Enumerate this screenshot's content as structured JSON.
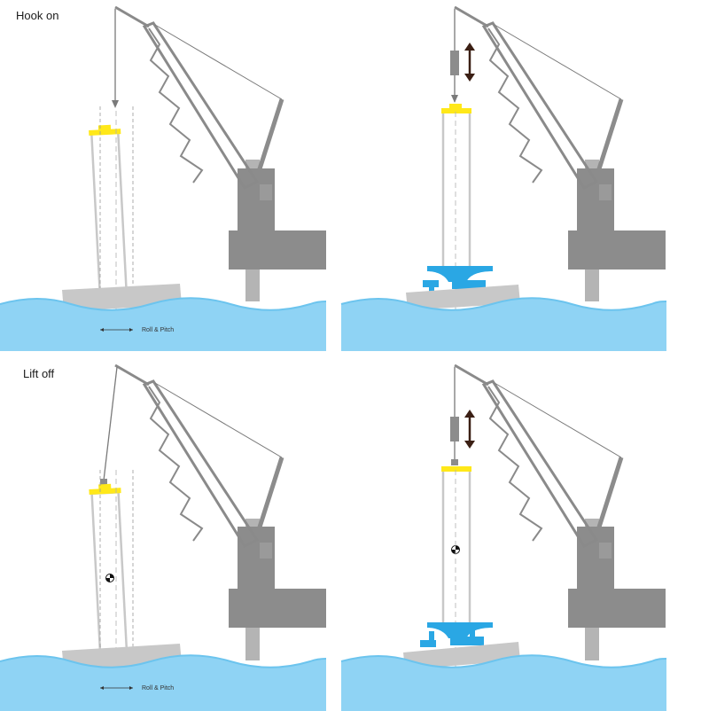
{
  "labels": {
    "hook_on": "Hook on",
    "lift_off": "Lift off",
    "roll_pitch_top": "Roll & Pitch",
    "roll_pitch_bottom": "Roll & Pitch"
  },
  "colors": {
    "sea": "#8fd3f4",
    "sea_dark": "#6cc4ee",
    "barge": "#c8c8c8",
    "crane_body": "#8c8c8c",
    "crane_pedestal": "#b4b4b4",
    "boom": "#8a8a8a",
    "hook_block": "#ffe819",
    "grillage": "#2aa7e4",
    "arrow": "#3b1f14",
    "weight": "#8c8c8c",
    "cable": "#7a7a7a"
  },
  "icons": [
    "double-arrow-icon",
    "center-of-gravity-icon",
    "hook-icon"
  ]
}
